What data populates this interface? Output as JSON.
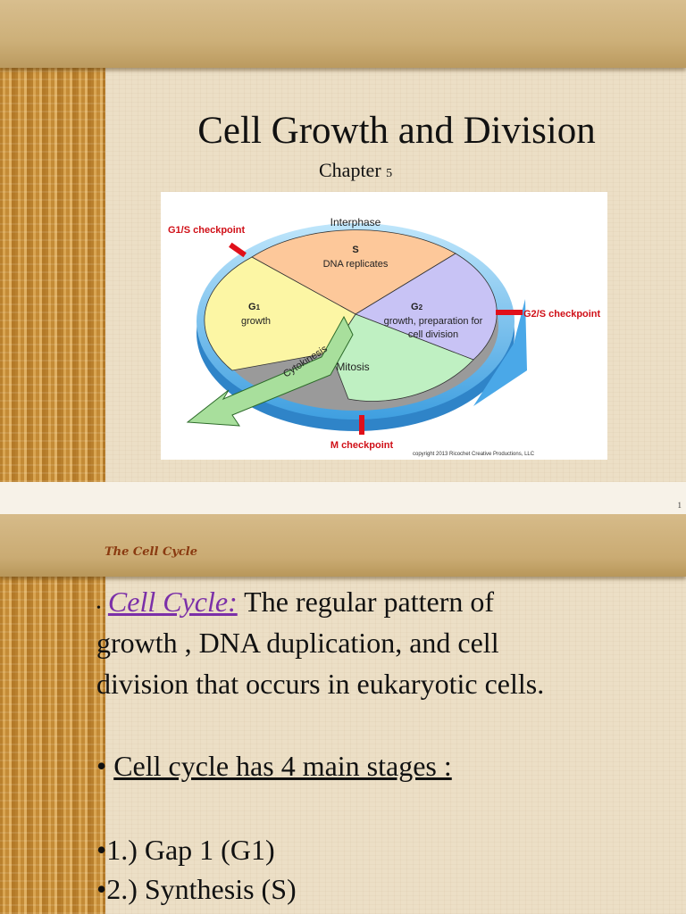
{
  "slide1": {
    "title": "Cell Growth and Division",
    "chapter_label": "Chapter",
    "chapter_number": "5",
    "page_number": "1",
    "diagram": {
      "interphase": "Interphase",
      "s_label": "S",
      "s_desc": "DNA replicates",
      "g1_label": "G",
      "g1_sub": "1",
      "g1_desc": "growth",
      "g2_label": "G",
      "g2_sub": "2",
      "g2_desc_1": "growth, preparation for",
      "g2_desc_2": "cell division",
      "mitosis": "Mitosis",
      "cytokinesis": "Cytokinesis",
      "g1s_checkpoint": "G1/S checkpoint",
      "g2s_checkpoint": "G2/S checkpoint",
      "m_checkpoint": "M checkpoint",
      "copyright": "copyright 2013 Ricochet Creative Productions, LLC",
      "colors": {
        "s": "#fdc89a",
        "g1": "#fcf6a4",
        "g2": "#c8c3f5",
        "mitosis": "#bff0c2",
        "arrow": "#3aa6e8",
        "checkpoint": "#e0101a"
      }
    }
  },
  "slide2": {
    "title": "The Cell Cycle",
    "definition_term": "Cell Cycle:",
    "definition_line1": "The regular pattern of",
    "definition_line2": "growth , DNA duplication, and cell",
    "definition_line3": "division that occurs in eukaryotic cells.",
    "stages_intro": "Cell cycle has 4 main stages :",
    "stages": [
      "1.) Gap 1 (G1)",
      "2.) Synthesis (S)"
    ]
  }
}
